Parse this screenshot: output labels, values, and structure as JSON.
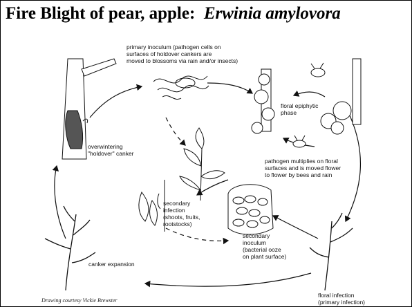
{
  "title": {
    "main": "Fire Blight of pear, apple:",
    "species": "Erwinia amylovora"
  },
  "labels": {
    "primary_inoculum": "primary inoculum (pathogen cells on\nsurfaces of holdover cankers are\nmoved to blossoms via rain and/or insects)",
    "floral_epiphytic": "floral epiphytic\nphase",
    "overwintering": "overwintering\n\"holdover\" canker",
    "pathogen_multiplies": "pathogen multiplies on floral\nsurfaces and is moved flower\nto flower by bees and rain",
    "secondary_infection": "secondary\ninfection\n(shoots, fruits,\nrootstocks)",
    "secondary_inoculum": "secondary\ninoculum\n(bacterial ooze\non plant surface)",
    "canker_expansion": "canker expansion",
    "floral_infection": "floral infection\n(primary infection)"
  },
  "credit": "Drawing courtesy Vickie Brewster"
}
